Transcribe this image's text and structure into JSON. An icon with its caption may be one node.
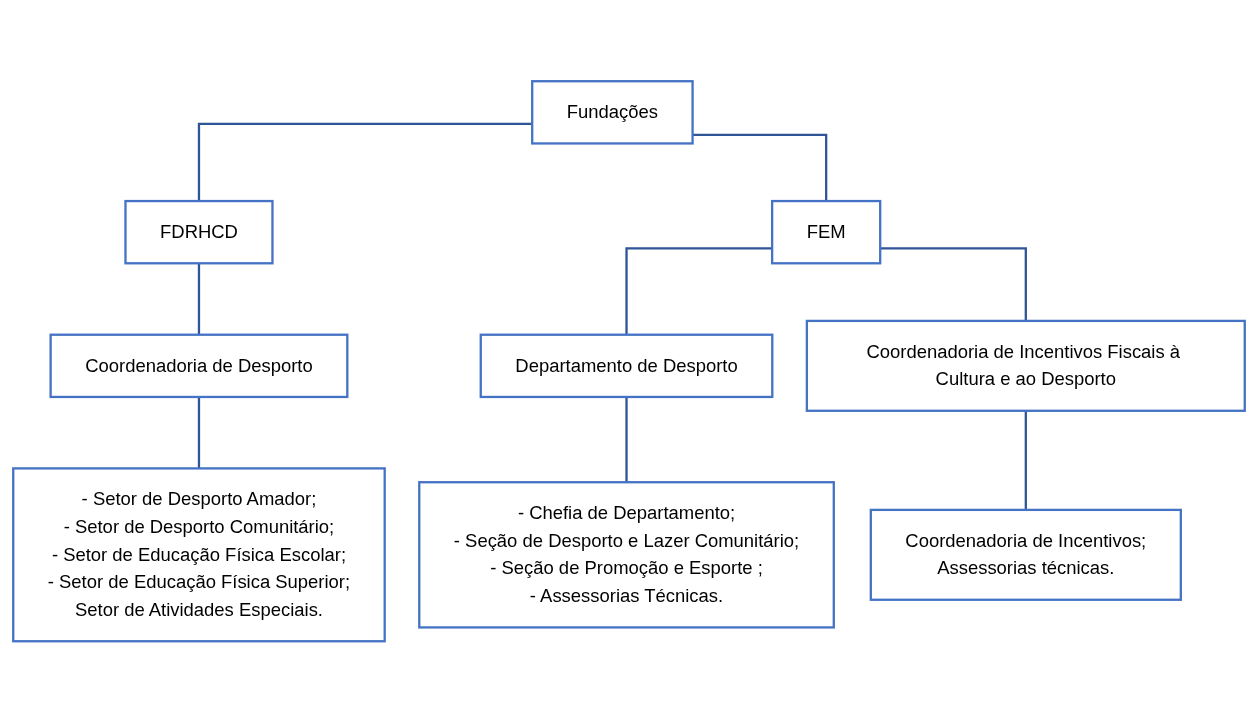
{
  "diagram": {
    "nodes": [
      {
        "text": [
          "Fundações"
        ]
      },
      {
        "text": [
          "FDRHCD"
        ]
      },
      {
        "text": [
          "FEM"
        ]
      },
      {
        "text": [
          "Coordenadoria de Desporto"
        ]
      },
      {
        "text": [
          "Departamento de Desporto"
        ]
      },
      {
        "text": [
          "Coordenadoria de Incentivos Fiscais à Cultura e ao Desporto"
        ]
      },
      {
        "text": [
          "- Setor de Desporto Amador;",
          "- Setor de Desporto Comunitário;",
          "- Setor de Educação Física Escolar;",
          "- Setor de Educação Física Superior;",
          "Setor de Atividades Especiais."
        ]
      },
      {
        "text": [
          "- Chefia de Departamento;",
          "- Seção de Desporto e Lazer Comunitário;",
          "- Seção de Promoção e Esporte ;",
          "- Assessorias Técnicas."
        ]
      },
      {
        "text": [
          "Coordenadoria de Incentivos;",
          "Assessorias técnicas."
        ]
      }
    ],
    "edges": [
      {
        "from": 0,
        "to": 1,
        "arrow": "none"
      },
      {
        "from": 0,
        "to": 2,
        "arrow": "none"
      },
      {
        "from": 1,
        "to": 3,
        "arrow": "none"
      },
      {
        "from": 2,
        "to": 4,
        "arrow": "none"
      },
      {
        "from": 2,
        "to": 5,
        "arrow": "none"
      },
      {
        "from": 3,
        "to": 6,
        "arrow": "none"
      },
      {
        "from": 4,
        "to": 7,
        "arrow": "none"
      },
      {
        "from": 5,
        "to": 8,
        "arrow": "none"
      }
    ]
  }
}
